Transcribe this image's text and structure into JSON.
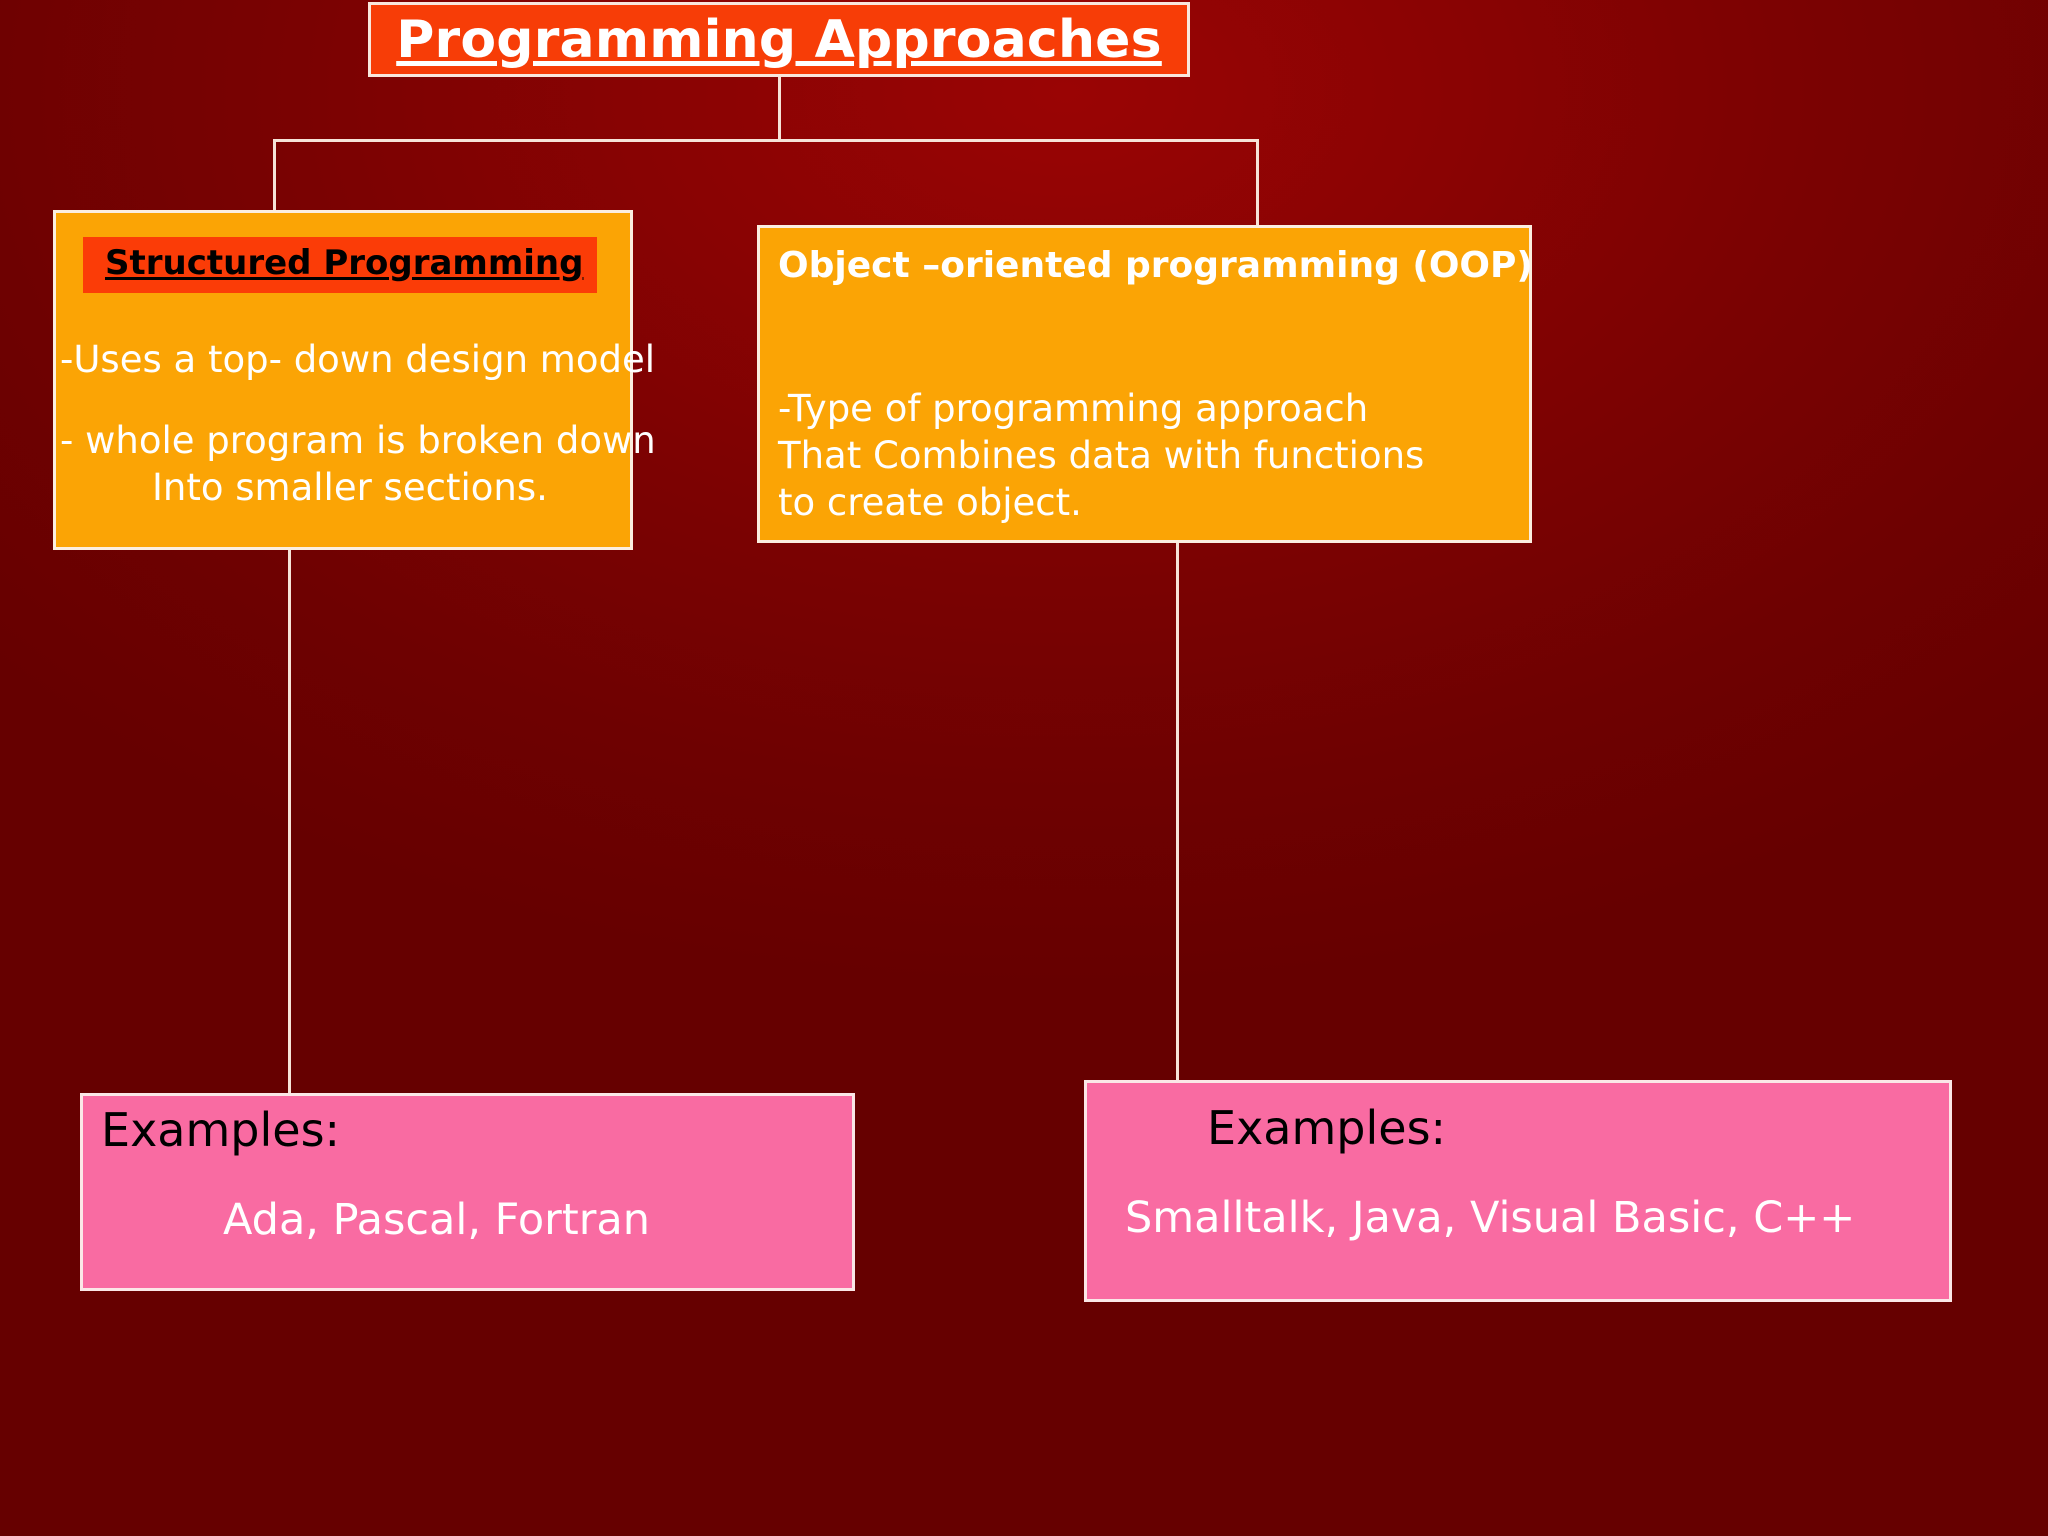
{
  "title": {
    "text": "Programming Approaches"
  },
  "branches": [
    {
      "heading": "Structured Programming ",
      "lines": [
        "-Uses a top- down design model",
        "-  whole program is broken down",
        "Into smaller sections."
      ]
    },
    {
      "heading": "Object –oriented programming (OOP)",
      "lines": [
        "-Type of programming approach",
        "That Combines data with functions",
        "to create object."
      ]
    }
  ],
  "examples": [
    {
      "title": "Examples:",
      "items": "Ada,  Pascal, Fortran"
    },
    {
      "title": "Examples:",
      "items": "Smalltalk, Java, Visual Basic, C++"
    }
  ],
  "colors": {
    "background": "#7a0202",
    "title_box": "#f73d07",
    "branch_box": "#fba405",
    "heading_highlight": "#fb3c07",
    "example_box": "#f96ba2",
    "connector": "#f6e3d8",
    "text_light": "#ffffff",
    "text_dark": "#000000"
  }
}
